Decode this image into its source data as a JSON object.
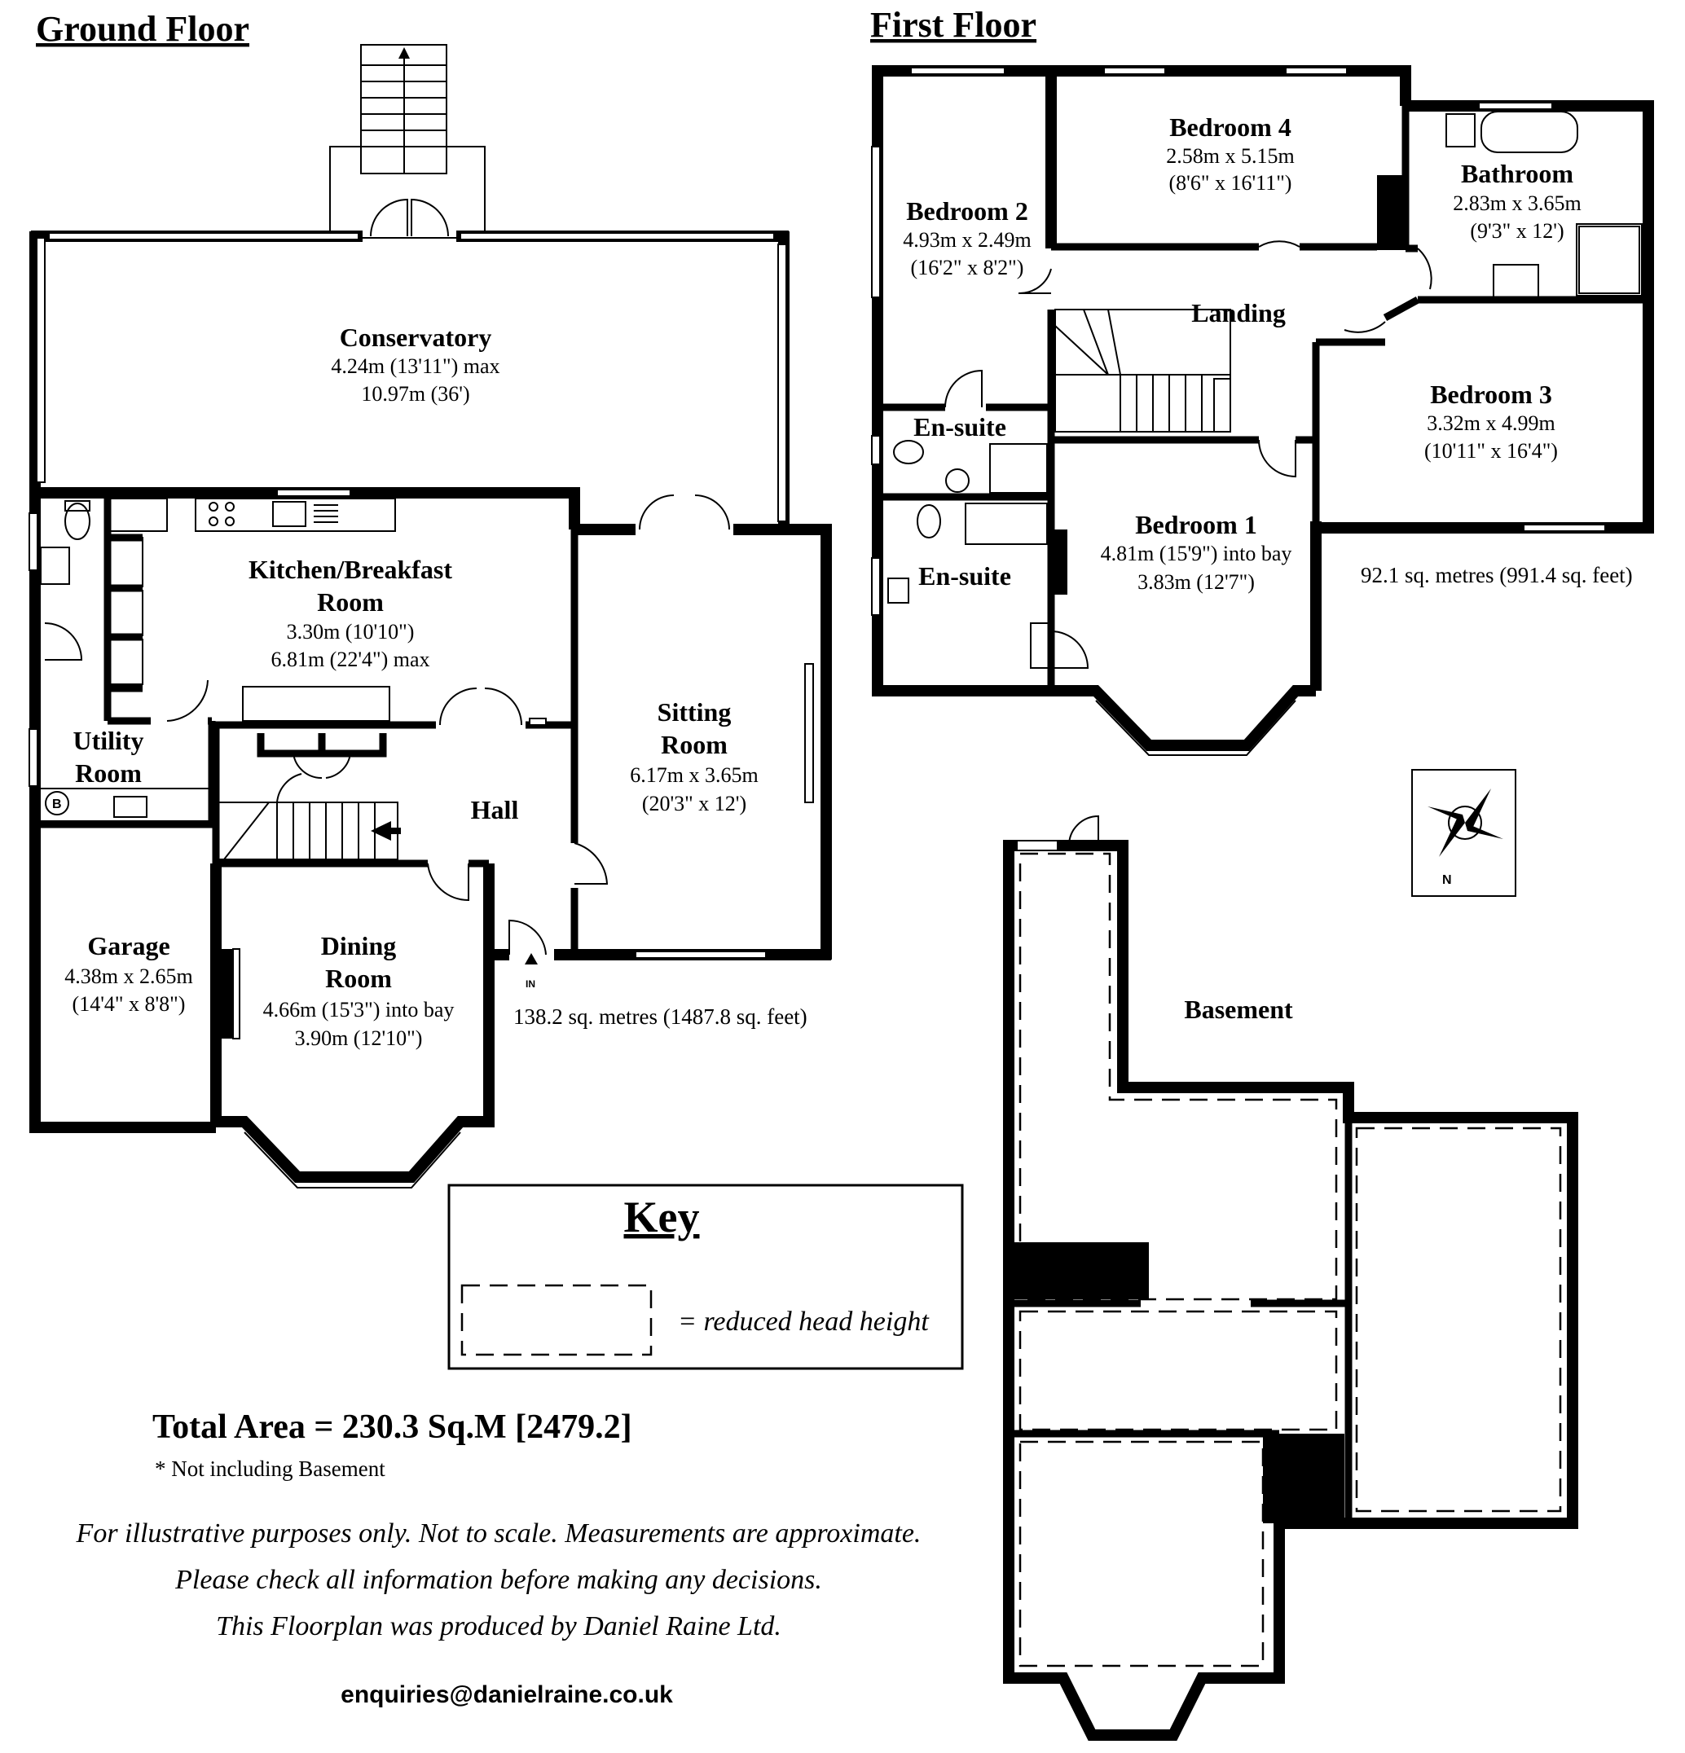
{
  "floors": {
    "ground": {
      "title": "Ground Floor",
      "area": "138.2 sq. metres (1487.8 sq. feet)",
      "entrance": "IN",
      "boiler": "B",
      "rooms": {
        "conservatory": {
          "name": "Conservatory",
          "dim1": "4.24m (13'11\") max",
          "dim2": "10.97m (36')"
        },
        "kitchen": {
          "name1": "Kitchen/Breakfast",
          "name2": "Room",
          "dim1": "3.30m (10'10\")",
          "dim2": "6.81m (22'4\") max"
        },
        "sitting": {
          "name1": "Sitting",
          "name2": "Room",
          "dim1": "6.17m x 3.65m",
          "dim2": "(20'3\" x 12')"
        },
        "utility": {
          "name1": "Utility",
          "name2": "Room"
        },
        "hall": {
          "name": "Hall"
        },
        "garage": {
          "name": "Garage",
          "dim1": "4.38m x 2.65m",
          "dim2": "(14'4\" x 8'8\")"
        },
        "dining": {
          "name1": "Dining",
          "name2": "Room",
          "dim1": "4.66m (15'3\") into bay",
          "dim2": "3.90m (12'10\")"
        }
      }
    },
    "first": {
      "title": "First Floor",
      "area": "92.1 sq. metres (991.4 sq. feet)",
      "rooms": {
        "bedroom4": {
          "name": "Bedroom 4",
          "dim1": "2.58m x 5.15m",
          "dim2": "(8'6\" x 16'11\")"
        },
        "bathroom": {
          "name": "Bathroom",
          "dim1": "2.83m x 3.65m",
          "dim2": "(9'3\" x 12')"
        },
        "bedroom2": {
          "name": "Bedroom 2",
          "dim1": "4.93m x 2.49m",
          "dim2": "(16'2\" x 8'2\")"
        },
        "landing": {
          "name": "Landing"
        },
        "bedroom3": {
          "name": "Bedroom 3",
          "dim1": "3.32m x 4.99m",
          "dim2": "(10'11\" x 16'4\")"
        },
        "ensuite1": {
          "name": "En-suite"
        },
        "ensuite2": {
          "name": "En-suite"
        },
        "bedroom1": {
          "name": "Bedroom 1",
          "dim1": "4.81m (15'9\") into bay",
          "dim2": "3.83m (12'7\")"
        }
      }
    },
    "basement": {
      "title": "Basement"
    }
  },
  "compass": {
    "north_label": "N"
  },
  "key": {
    "title": "Key",
    "legend": "= reduced head height"
  },
  "totals": {
    "total_area": "Total Area = 230.3 Sq.M [2479.2]",
    "note": "* Not including Basement"
  },
  "disclaimer": {
    "line1": "For illustrative purposes only. Not to scale. Measurements are approximate.",
    "line2": "Please check all information before making any decisions.",
    "line3": "This Floorplan was produced by Daniel Raine Ltd."
  },
  "contact": {
    "email": "enquiries@danielraine.co.uk"
  }
}
